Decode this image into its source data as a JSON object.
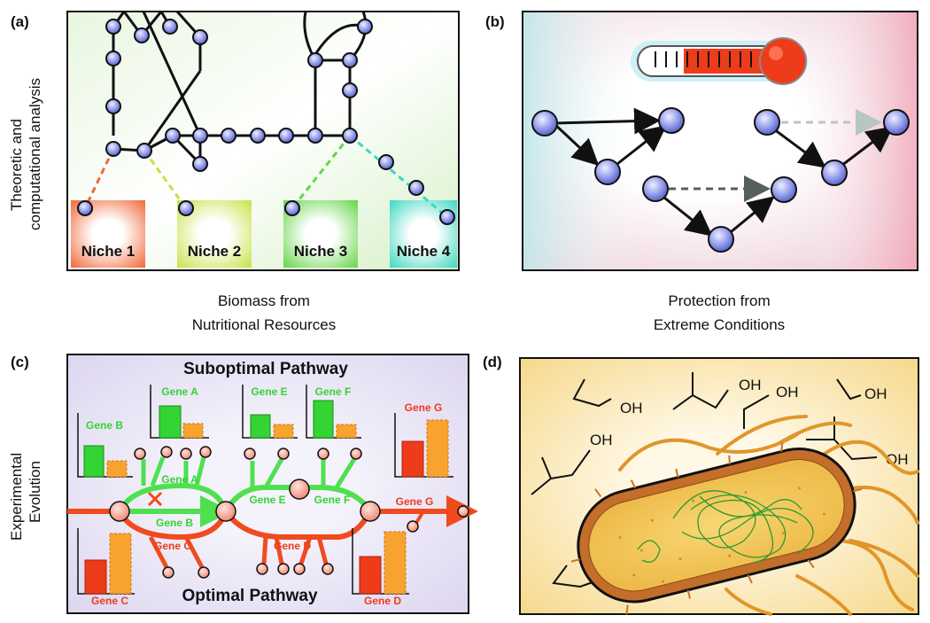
{
  "panels": {
    "a": {
      "label": "(a)",
      "niches": [
        "Niche 1",
        "Niche 2",
        "Niche 3",
        "Niche 4"
      ],
      "caption_line1": "Biomass from",
      "caption_line2": "Nutritional Resources"
    },
    "b": {
      "label": "(b)",
      "caption_line1": "Protection from",
      "caption_line2": "Extreme Conditions"
    },
    "c": {
      "label": "(c)",
      "title_top": "Suboptimal Pathway",
      "title_bottom": "Optimal Pathway",
      "charts": {
        "gene_a": "Gene A",
        "gene_b": "Gene B",
        "gene_c": "Gene C",
        "gene_d": "Gene D",
        "gene_e": "Gene E",
        "gene_f": "Gene F",
        "gene_g": "Gene G"
      },
      "path_labels": {
        "gene_a": "Gene A",
        "gene_b": "Gene B",
        "gene_c": "Gene C",
        "gene_d": "Gene D",
        "gene_e": "Gene E",
        "gene_f": "Gene F",
        "gene_g": "Gene G"
      }
    },
    "d": {
      "label": "(d)",
      "oh": [
        "OH",
        "OH",
        "OH",
        "OH",
        "OH",
        "OH",
        "OH"
      ]
    }
  },
  "row_labels": {
    "top_line1": "Theoretic and",
    "top_line2": "computational analysis",
    "bottom_line1": "Experimental",
    "bottom_line2": "Evolution"
  },
  "colors": {
    "node_fill": "#8b93e8",
    "green_path": "#4fe04f",
    "red_path": "#f04a1e",
    "gene_green": "#33d433",
    "gene_red": "#ee3b1a",
    "gene_orange": "#f8a230"
  }
}
